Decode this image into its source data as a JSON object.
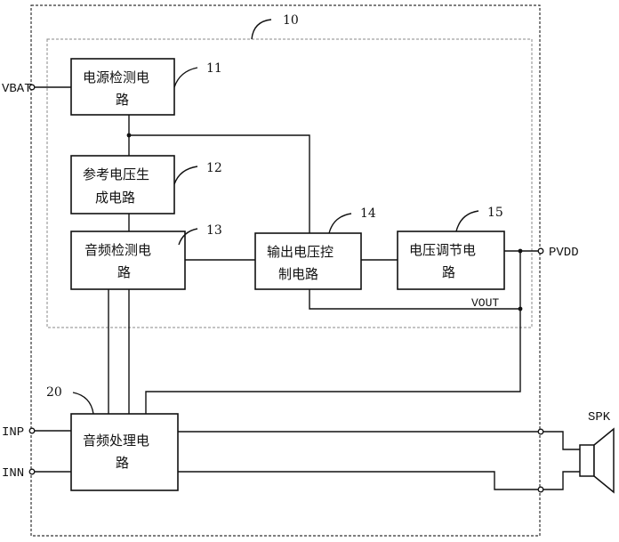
{
  "blocks": {
    "b11": {
      "line1": "电源检测电",
      "line2": "路",
      "ref": "11"
    },
    "b12": {
      "line1": "参考电压生",
      "line2": "成电路",
      "ref": "12"
    },
    "b13": {
      "line1": "音频检测电",
      "line2": "路",
      "ref": "13"
    },
    "b14": {
      "line1": "输出电压控",
      "line2": "制电路",
      "ref": "14"
    },
    "b15": {
      "line1": "电压调节电",
      "line2": "路",
      "ref": "15"
    },
    "b20": {
      "line1": "音频处理电",
      "line2": "路",
      "ref": "20"
    }
  },
  "module": {
    "ref": "10"
  },
  "pins": {
    "vbat": "VBAT",
    "inp": "INP",
    "inn": "INN",
    "pvdd": "PVDD",
    "spk": "SPK"
  },
  "nets": {
    "vout": "VOUT"
  }
}
